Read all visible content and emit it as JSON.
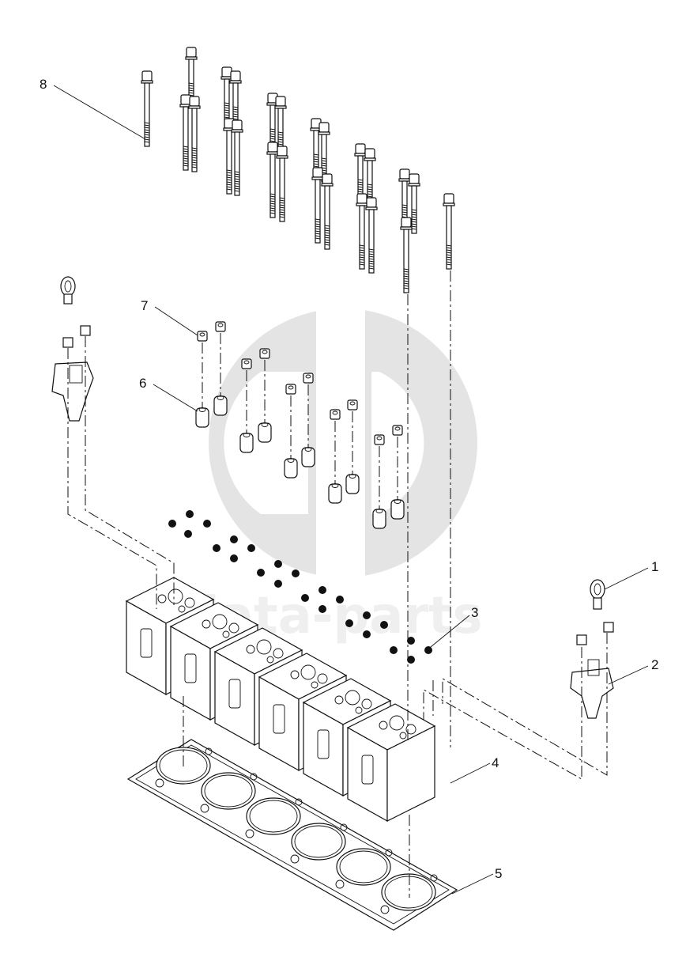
{
  "diagram": {
    "callouts": [
      {
        "id": "1",
        "label": "1"
      },
      {
        "id": "2",
        "label": "2"
      },
      {
        "id": "3",
        "label": "3"
      },
      {
        "id": "4",
        "label": "4"
      },
      {
        "id": "5",
        "label": "5"
      },
      {
        "id": "6",
        "label": "6"
      },
      {
        "id": "7",
        "label": "7"
      },
      {
        "id": "8",
        "label": "8"
      }
    ],
    "watermark": {
      "text": "data-parts",
      "color": "#bdbdbd"
    },
    "colors": {
      "line": "#111111",
      "background": "#ffffff"
    }
  }
}
